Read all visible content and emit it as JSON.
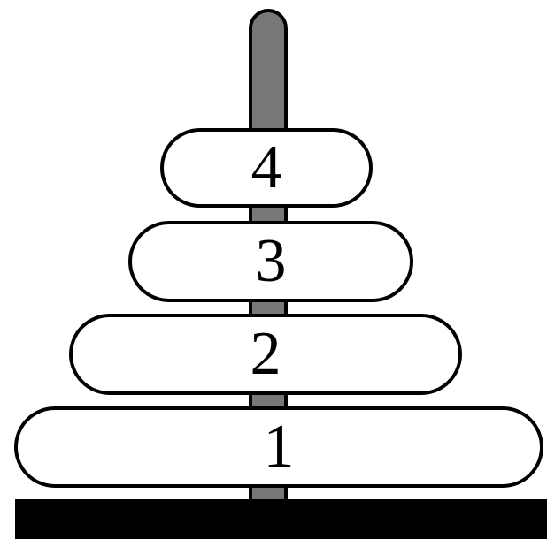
{
  "diagram": {
    "rings": [
      {
        "label": "4"
      },
      {
        "label": "3"
      },
      {
        "label": "2"
      },
      {
        "label": "1"
      }
    ],
    "colors": {
      "peg": "#777777",
      "outline": "#000000",
      "base": "#000000",
      "ring_fill": "#ffffff"
    }
  }
}
